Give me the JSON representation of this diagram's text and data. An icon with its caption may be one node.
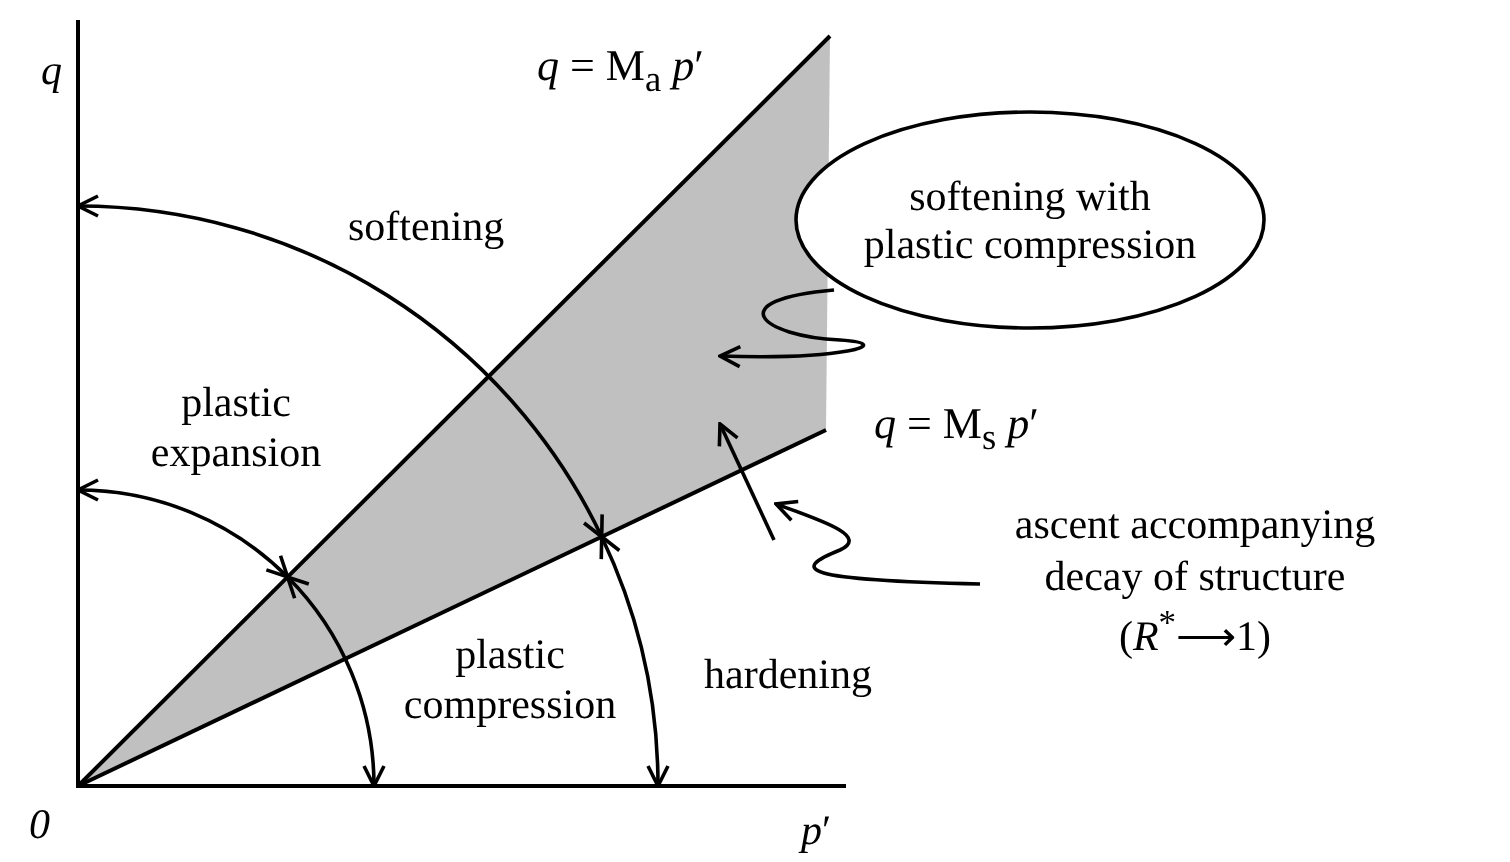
{
  "diagram": {
    "nodes": [
      {
        "text": [
          "softening with plastic compression"
        ]
      },
      {
        "text": [],
        "shape": "wedge"
      },
      {
        "text": [
          "ascent accompanying decay of structure (*R*$^{*}$⟶1)"
        ]
      }
    ],
    "edges": [
      {
        "from": 0,
        "to": 1,
        "arrow": "to"
      },
      {
        "from": 2,
        "to": 1,
        "arrow": "to"
      }
    ],
    "labels": [
      "q",
      "*q* = M$_{a}$ *p*′",
      "softening",
      "plastic expansion",
      "*q* = M$_{s}$ *p*′",
      "plastic compression",
      "hardening",
      "0",
      "*p*′"
    ]
  }
}
